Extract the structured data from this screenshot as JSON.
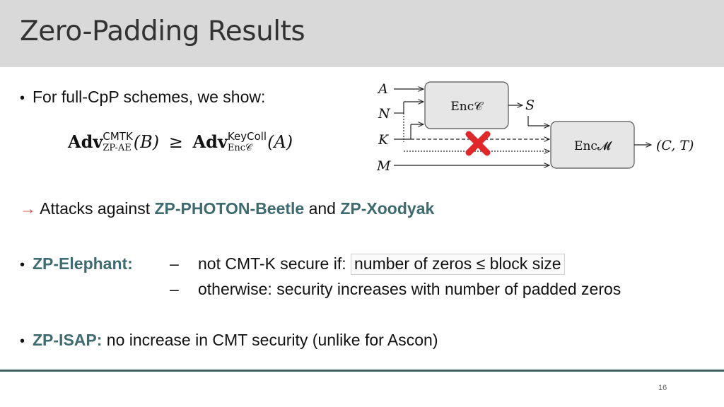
{
  "header": {
    "title": "Zero-Padding Results"
  },
  "bullets": {
    "b1": {
      "bullet": "•",
      "text": "For full-CpP schemes, we show:"
    },
    "formula": {
      "adv1": "Adv",
      "sup1": "CMTK",
      "sub1": "ZP-AE",
      "arg1": "(B)",
      "rel": "≥",
      "adv2": "Adv",
      "sup2": "KeyColl",
      "sub2": "Enc𝒞",
      "arg2": "(A)"
    },
    "attacks": {
      "arrow": "→",
      "prefix": "Attacks against",
      "scheme1": "ZP-PHOTON-Beetle",
      "joiner": "and",
      "scheme2": "ZP-Xoodyak"
    },
    "elephant": {
      "bullet": "•",
      "label": "ZP-Elephant:",
      "dash": "–",
      "item1_prefix": "not CMT-K secure if:",
      "item1_boxed": "number of zeros ≤ block size",
      "item2": "otherwise: security increases with number of padded zeros"
    },
    "isap": {
      "bullet": "•",
      "label": "ZP-ISAP:",
      "text": "no increase in CMT security (unlike for Ascon)"
    }
  },
  "diagram": {
    "inputs": [
      "A",
      "N",
      "K",
      "M"
    ],
    "box1_label": "Enc𝒞",
    "mid_output": "S",
    "box2_label": "Enc𝓜",
    "final_output": "(C, T)",
    "colors": {
      "cross": "#e0282b",
      "box_fill": "#e6e6e6",
      "box_stroke": "#555555"
    }
  },
  "footer": {
    "page": "16"
  }
}
